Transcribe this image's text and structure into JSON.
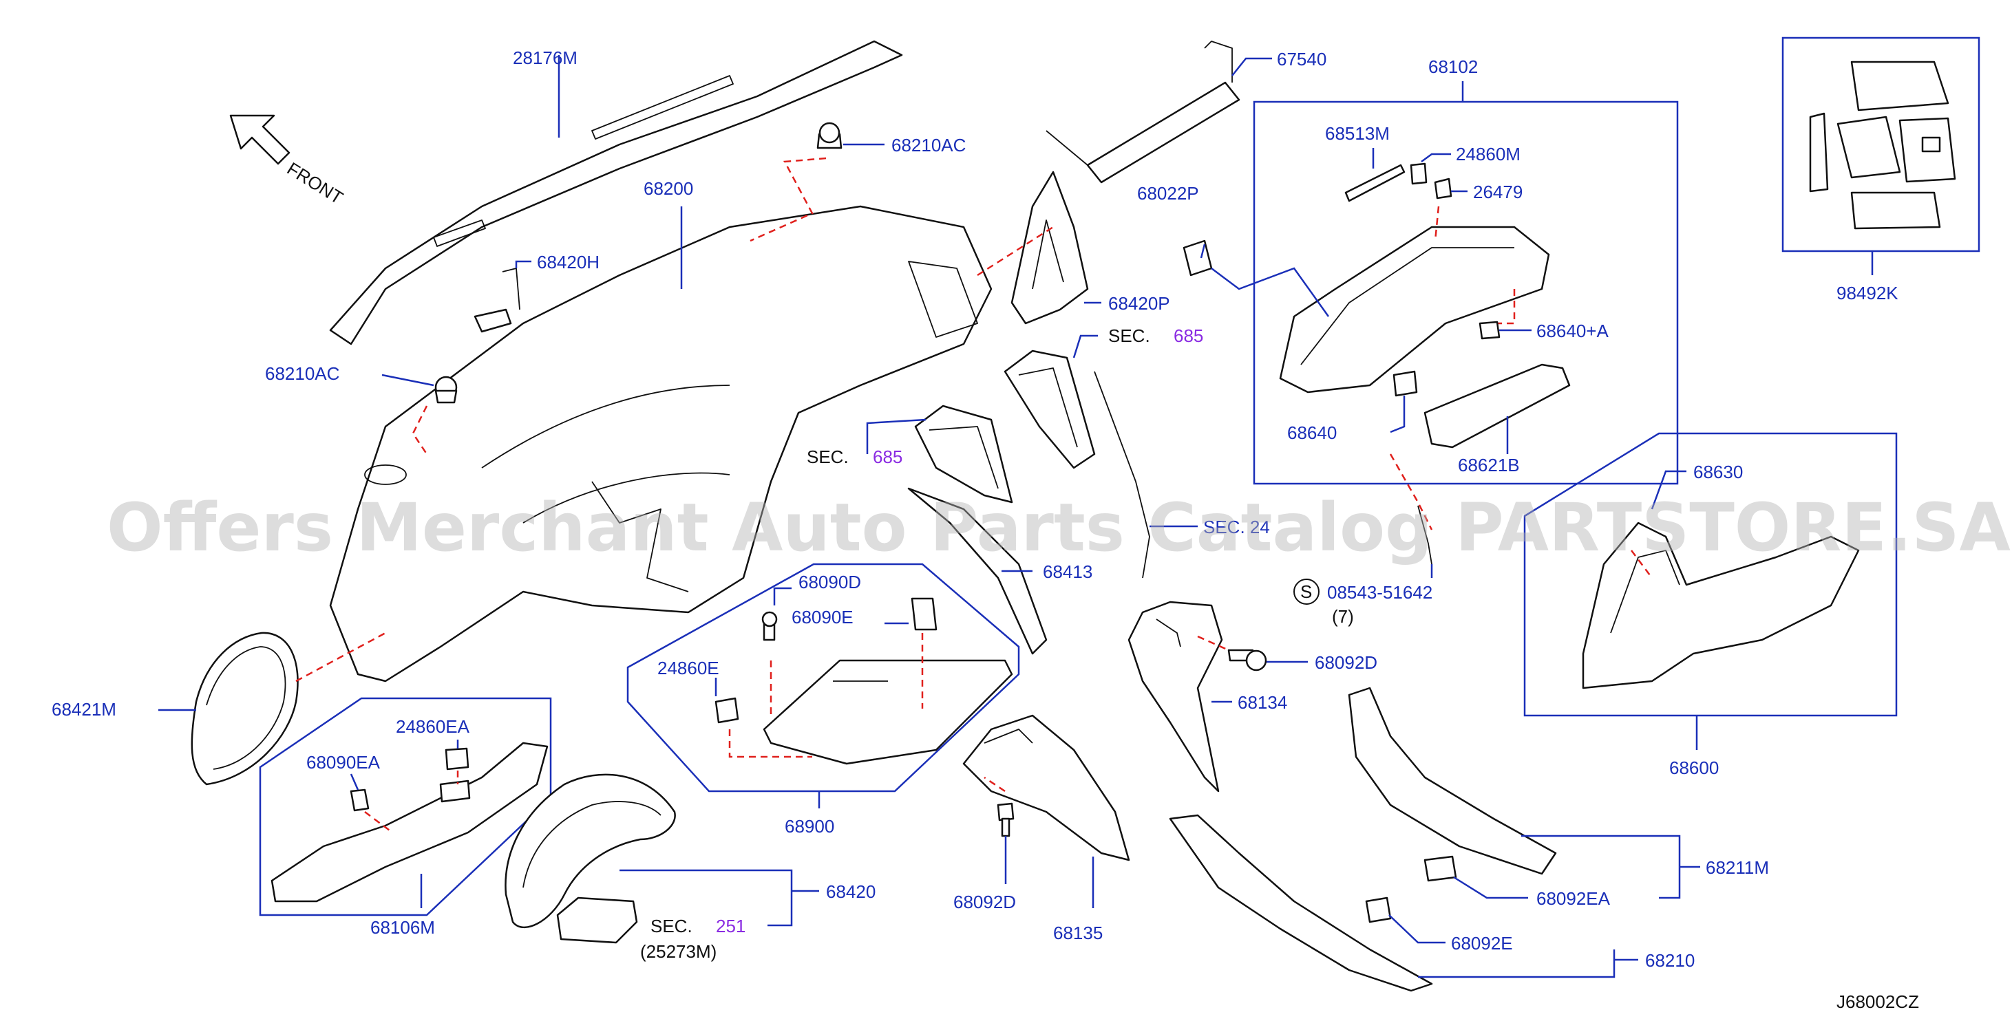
{
  "diagram_id": "J68002CZ",
  "watermark": "Offers Merchant Auto Parts Catalog PARTSTORE.SA",
  "front_label": "FRONT",
  "colors": {
    "label": "#1a2fb8",
    "section_ref": "#8a2be2",
    "dash": "#e0201c",
    "line": "#111111"
  },
  "labels": {
    "p28176M": "28176M",
    "p68210AC_top": "68210AC",
    "p68200": "68200",
    "p68420H": "68420H",
    "p68210AC_left": "68210AC",
    "p67540": "67540",
    "p68102": "68102",
    "p68513M": "68513M",
    "p24860M": "24860M",
    "p26479": "26479",
    "p68022P": "68022P",
    "p68420P": "68420P",
    "p68640A": "68640+A",
    "p68640": "68640",
    "p68621B": "68621B",
    "p98492K": "98492K",
    "p68630": "68630",
    "p68600": "68600",
    "p68413": "68413",
    "p68090D": "68090D",
    "p68090E": "68090E",
    "p24860E": "24860E",
    "p68900": "68900",
    "p68421M": "68421M",
    "p24860EA": "24860EA",
    "p68090EA": "68090EA",
    "p68106M": "68106M",
    "p68420": "68420",
    "p25273M": "(25273M)",
    "p68092D_right": "68092D",
    "p68134": "68134",
    "p68092D_bottom": "68092D",
    "p68135": "68135",
    "p68211M": "68211M",
    "p68092EA": "68092EA",
    "p68092E": "68092E",
    "p68210": "68210",
    "bolt_code": "08543-51642",
    "bolt_qty": "(7)",
    "bolt_symbol": "S",
    "sec_word": "SEC.",
    "sec685_a": "685",
    "sec685_b": "685",
    "sec251": "251",
    "sec_partial": "SEC. 24"
  }
}
